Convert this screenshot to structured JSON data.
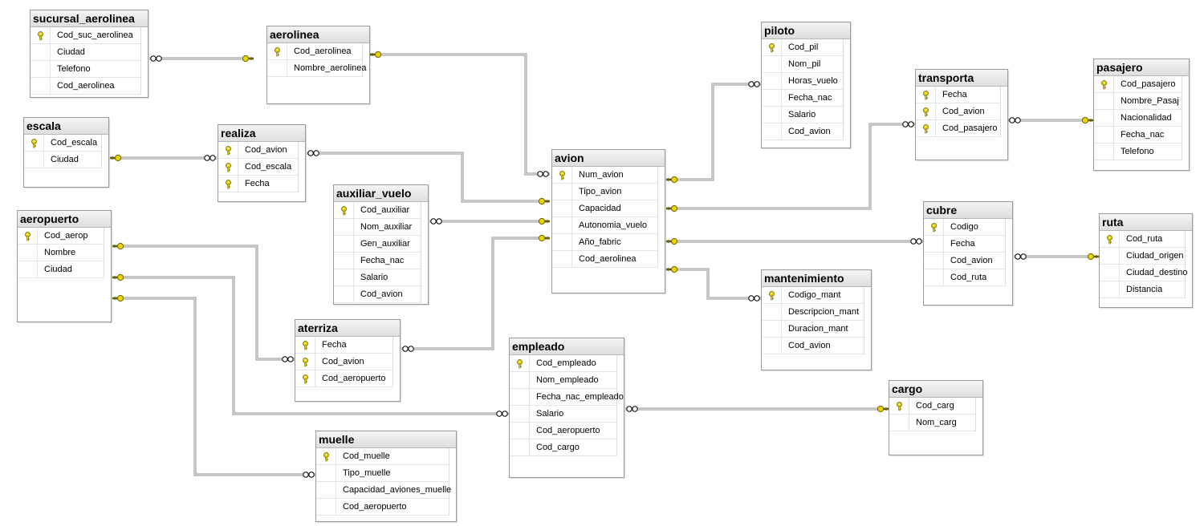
{
  "colors": {
    "line": "#707070",
    "key": "#e8d400",
    "key_stroke": "#6b6000"
  },
  "tables": [
    {
      "id": "sucursal_aerolinea",
      "title": "sucursal_aerolinea",
      "columns": [
        {
          "name": "Cod_suc_aerolinea",
          "pk": true
        },
        {
          "name": "Ciudad",
          "pk": false
        },
        {
          "name": "Telefono",
          "pk": false
        },
        {
          "name": "Cod_aerolinea",
          "pk": false
        }
      ]
    },
    {
      "id": "aerolinea",
      "title": "aerolinea",
      "columns": [
        {
          "name": "Cod_aerolinea",
          "pk": true
        },
        {
          "name": "Nombre_aerolinea",
          "pk": false
        }
      ]
    },
    {
      "id": "escala",
      "title": "escala",
      "columns": [
        {
          "name": "Cod_escala",
          "pk": true
        },
        {
          "name": "Ciudad",
          "pk": false
        }
      ]
    },
    {
      "id": "realiza",
      "title": "realiza",
      "columns": [
        {
          "name": "Cod_avion",
          "pk": true
        },
        {
          "name": "Cod_escala",
          "pk": true
        },
        {
          "name": "Fecha",
          "pk": true
        }
      ]
    },
    {
      "id": "auxiliar_vuelo",
      "title": "auxiliar_vuelo",
      "columns": [
        {
          "name": "Cod_auxiliar",
          "pk": true
        },
        {
          "name": "Nom_auxiliar",
          "pk": false
        },
        {
          "name": "Gen_auxiliar",
          "pk": false
        },
        {
          "name": "Fecha_nac",
          "pk": false
        },
        {
          "name": "Salario",
          "pk": false
        },
        {
          "name": "Cod_avion",
          "pk": false
        }
      ]
    },
    {
      "id": "aeropuerto",
      "title": "aeropuerto",
      "columns": [
        {
          "name": "Cod_aerop",
          "pk": true
        },
        {
          "name": "Nombre",
          "pk": false
        },
        {
          "name": "Ciudad",
          "pk": false
        }
      ]
    },
    {
      "id": "avion",
      "title": "avion",
      "columns": [
        {
          "name": "Num_avion",
          "pk": true
        },
        {
          "name": "Tipo_avion",
          "pk": false
        },
        {
          "name": "Capacidad",
          "pk": false
        },
        {
          "name": "Autonomia_vuelo",
          "pk": false
        },
        {
          "name": "Año_fabric",
          "pk": false
        },
        {
          "name": "Cod_aerolinea",
          "pk": false
        }
      ]
    },
    {
      "id": "piloto",
      "title": "piloto",
      "columns": [
        {
          "name": "Cod_pil",
          "pk": true
        },
        {
          "name": "Nom_pil",
          "pk": false
        },
        {
          "name": "Horas_vuelo",
          "pk": false
        },
        {
          "name": "Fecha_nac",
          "pk": false
        },
        {
          "name": "Salario",
          "pk": false
        },
        {
          "name": "Cod_avion",
          "pk": false
        }
      ]
    },
    {
      "id": "transporta",
      "title": "transporta",
      "columns": [
        {
          "name": "Fecha",
          "pk": true
        },
        {
          "name": "Cod_avion",
          "pk": true
        },
        {
          "name": "Cod_pasajero",
          "pk": true
        }
      ]
    },
    {
      "id": "pasajero",
      "title": "pasajero",
      "columns": [
        {
          "name": "Cod_pasajero",
          "pk": true
        },
        {
          "name": "Nombre_Pasaj",
          "pk": false
        },
        {
          "name": "Nacionalidad",
          "pk": false
        },
        {
          "name": "Fecha_nac",
          "pk": false
        },
        {
          "name": "Telefono",
          "pk": false
        }
      ]
    },
    {
      "id": "cubre",
      "title": "cubre",
      "columns": [
        {
          "name": "Codigo",
          "pk": true
        },
        {
          "name": "Fecha",
          "pk": false
        },
        {
          "name": "Cod_avion",
          "pk": false
        },
        {
          "name": "Cod_ruta",
          "pk": false
        }
      ]
    },
    {
      "id": "ruta",
      "title": "ruta",
      "columns": [
        {
          "name": "Cod_ruta",
          "pk": true
        },
        {
          "name": "Ciudad_origen",
          "pk": false
        },
        {
          "name": "Ciudad_destino",
          "pk": false
        },
        {
          "name": "Distancia",
          "pk": false
        }
      ]
    },
    {
      "id": "mantenimiento",
      "title": "mantenimiento",
      "columns": [
        {
          "name": "Codigo_mant",
          "pk": true
        },
        {
          "name": "Descripcion_mant",
          "pk": false
        },
        {
          "name": "Duracion_mant",
          "pk": false
        },
        {
          "name": "Cod_avion",
          "pk": false
        }
      ]
    },
    {
      "id": "aterriza",
      "title": "aterriza",
      "columns": [
        {
          "name": "Fecha",
          "pk": true
        },
        {
          "name": "Cod_avion",
          "pk": true
        },
        {
          "name": "Cod_aeropuerto",
          "pk": true
        }
      ]
    },
    {
      "id": "empleado",
      "title": "empleado",
      "columns": [
        {
          "name": "Cod_empleado",
          "pk": true
        },
        {
          "name": "Nom_empleado",
          "pk": false
        },
        {
          "name": "Fecha_nac_empleado",
          "pk": false
        },
        {
          "name": "Salario",
          "pk": false
        },
        {
          "name": "Cod_aeropuerto",
          "pk": false
        },
        {
          "name": "Cod_cargo",
          "pk": false
        }
      ]
    },
    {
      "id": "cargo",
      "title": "cargo",
      "columns": [
        {
          "name": "Cod_carg",
          "pk": true
        },
        {
          "name": "Nom_carg",
          "pk": false
        }
      ]
    },
    {
      "id": "muelle",
      "title": "muelle",
      "columns": [
        {
          "name": "Cod_muelle",
          "pk": true
        },
        {
          "name": "Tipo_muelle",
          "pk": false
        },
        {
          "name": "Capacidad_aviones_muelle",
          "pk": false
        },
        {
          "name": "Cod_aeropuerto",
          "pk": false
        }
      ]
    }
  ],
  "relationships": [
    {
      "from": "sucursal_aerolinea",
      "to": "aerolinea",
      "cardinality": "many-to-one"
    },
    {
      "from": "aerolinea",
      "to": "avion",
      "cardinality": "one-to-many"
    },
    {
      "from": "escala",
      "to": "realiza",
      "cardinality": "one-to-many"
    },
    {
      "from": "realiza",
      "to": "avion",
      "cardinality": "many-to-one"
    },
    {
      "from": "auxiliar_vuelo",
      "to": "avion",
      "cardinality": "many-to-one"
    },
    {
      "from": "aterriza",
      "to": "avion",
      "cardinality": "many-to-one"
    },
    {
      "from": "avion",
      "to": "piloto",
      "cardinality": "one-to-many"
    },
    {
      "from": "avion",
      "to": "transporta",
      "cardinality": "one-to-many"
    },
    {
      "from": "transporta",
      "to": "pasajero",
      "cardinality": "many-to-one"
    },
    {
      "from": "avion",
      "to": "cubre",
      "cardinality": "one-to-many"
    },
    {
      "from": "cubre",
      "to": "ruta",
      "cardinality": "many-to-one"
    },
    {
      "from": "avion",
      "to": "mantenimiento",
      "cardinality": "one-to-many"
    },
    {
      "from": "aeropuerto",
      "to": "aterriza",
      "cardinality": "one-to-many"
    },
    {
      "from": "aeropuerto",
      "to": "empleado",
      "cardinality": "one-to-many"
    },
    {
      "from": "aeropuerto",
      "to": "muelle",
      "cardinality": "one-to-many"
    },
    {
      "from": "empleado",
      "to": "cargo",
      "cardinality": "many-to-one"
    }
  ]
}
